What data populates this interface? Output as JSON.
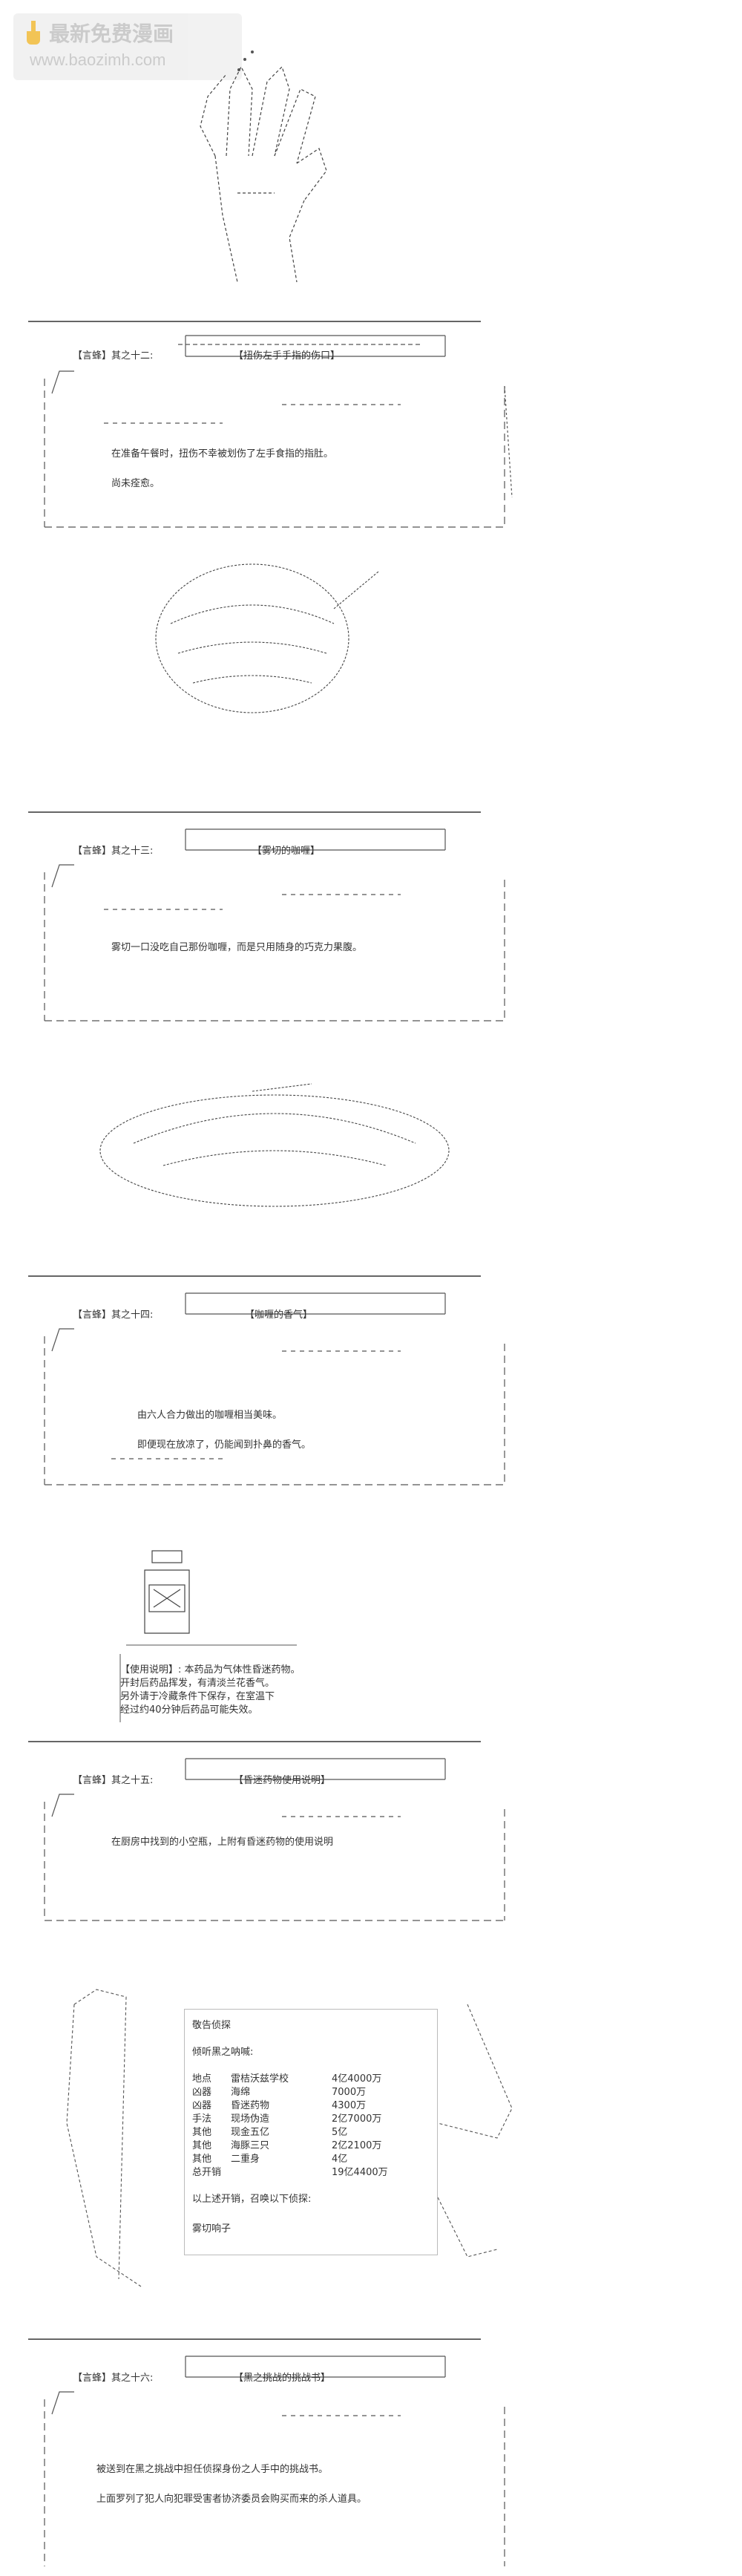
{
  "watermark": {
    "title": "最新免费漫画",
    "url": "www.baozimh.com"
  },
  "sections": [
    {
      "label": "【言蜂】其之十二:",
      "title": "【扭伤左手手指的伤口】",
      "lines": [
        "在准备午餐时，扭伤不幸被划伤了左手食指的指肚。",
        "尚未痊愈。"
      ]
    },
    {
      "label": "【言蜂】其之十三:",
      "title": "【雾切的咖喱】",
      "lines": [
        "雾切一口没吃自己那份咖喱，而是只用随身的巧克力果腹。"
      ]
    },
    {
      "label": "【言蜂】其之十四:",
      "title": "【咖喱的香气】",
      "lines": [
        "由六人合力做出的咖喱相当美味。",
        "即便现在放凉了，仍能闻到扑鼻的香气。"
      ]
    },
    {
      "label": "【言蜂】其之十五:",
      "title": "【昏迷药物使用说明】",
      "lines": [
        "在厨房中找到的小空瓶，上附有昏迷药物的使用说明"
      ]
    },
    {
      "label": "【言蜂】其之十六:",
      "title": "【黑之挑战的挑战书】",
      "lines": [
        "被送到在黑之挑战中担任侦探身份之人手中的挑战书。",
        "上面罗列了犯人向犯罪受害者协济委员会购买而来的杀人道具。"
      ]
    }
  ],
  "usage_note": [
    "【使用说明】: 本药品为气体性昏迷药物。",
    "开封后药品挥发，有清淡兰花香气。",
    "另外请于冷藏条件下保存，在室温下",
    "经过约40分钟后药品可能失效。"
  ],
  "letter": {
    "greeting": "敬告侦探",
    "subtitle": "倾听黑之呐喊:",
    "rows": [
      [
        "地点",
        "雷桔沃兹学校",
        "4亿4000万"
      ],
      [
        "凶器",
        "海绵",
        "7000万"
      ],
      [
        "凶器",
        "昏迷药物",
        "4300万"
      ],
      [
        "手法",
        "现场伪造",
        "2亿7000万"
      ],
      [
        "其他",
        "现金五亿",
        "5亿"
      ],
      [
        "其他",
        "海豚三只",
        "2亿2100万"
      ],
      [
        "其他",
        "二重身",
        "4亿"
      ],
      [
        "总开销",
        "",
        "19亿4400万"
      ]
    ],
    "closing": "以上述开销，召唤以下侦探:",
    "detective": "雾切响子"
  }
}
